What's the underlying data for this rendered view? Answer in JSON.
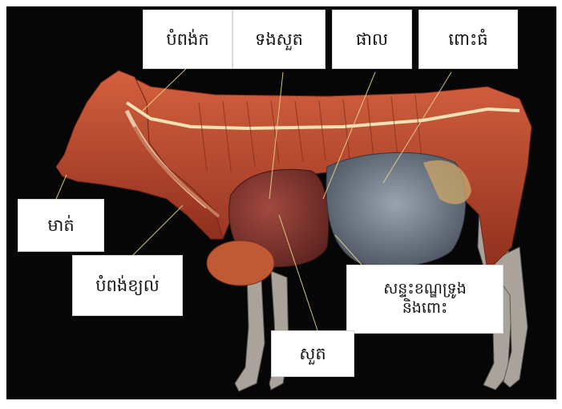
{
  "labels": {
    "esophagus": "បំពង់ក",
    "lungs": "ទងសួត",
    "spleen": "ផាល",
    "rumen": "ពោះធំ",
    "mouth": "មាត់",
    "trachea": "បំពង់ខ្យល់",
    "reticulum_line1": "សន្ទះខណ្ឌទ្រូង",
    "reticulum_line2": "និងពោះ",
    "lung": "សួត"
  },
  "colors": {
    "background": "#060606",
    "muscle": "#b8452b",
    "rumen": "#7d8694",
    "leader_line": "#e8d68a"
  }
}
